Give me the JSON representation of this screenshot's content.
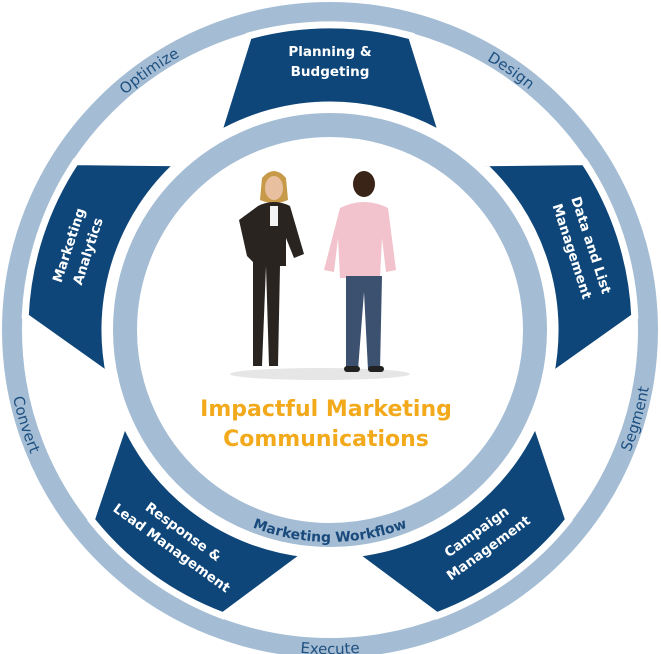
{
  "colors": {
    "dark": "#0e4679",
    "light": "#a4bdd4",
    "title": "#f2aa1c"
  },
  "segments": [
    {
      "line1": "Planning &",
      "line2": "Budgeting"
    },
    {
      "line1": "Data and List",
      "line2": "Management"
    },
    {
      "line1": "Campaign",
      "line2": "Management"
    },
    {
      "line1": "Response &",
      "line2": "Lead Management"
    },
    {
      "line1": "Marketing",
      "line2": "Analytics"
    }
  ],
  "ring_labels": {
    "optimize": "Optimize",
    "design": "Design",
    "segment": "Segment",
    "execute": "Execute",
    "convert": "Convert"
  },
  "inner_ring_label": "Marketing Workflow",
  "title": {
    "line1": "Impactful Marketing",
    "line2": "Communications"
  }
}
